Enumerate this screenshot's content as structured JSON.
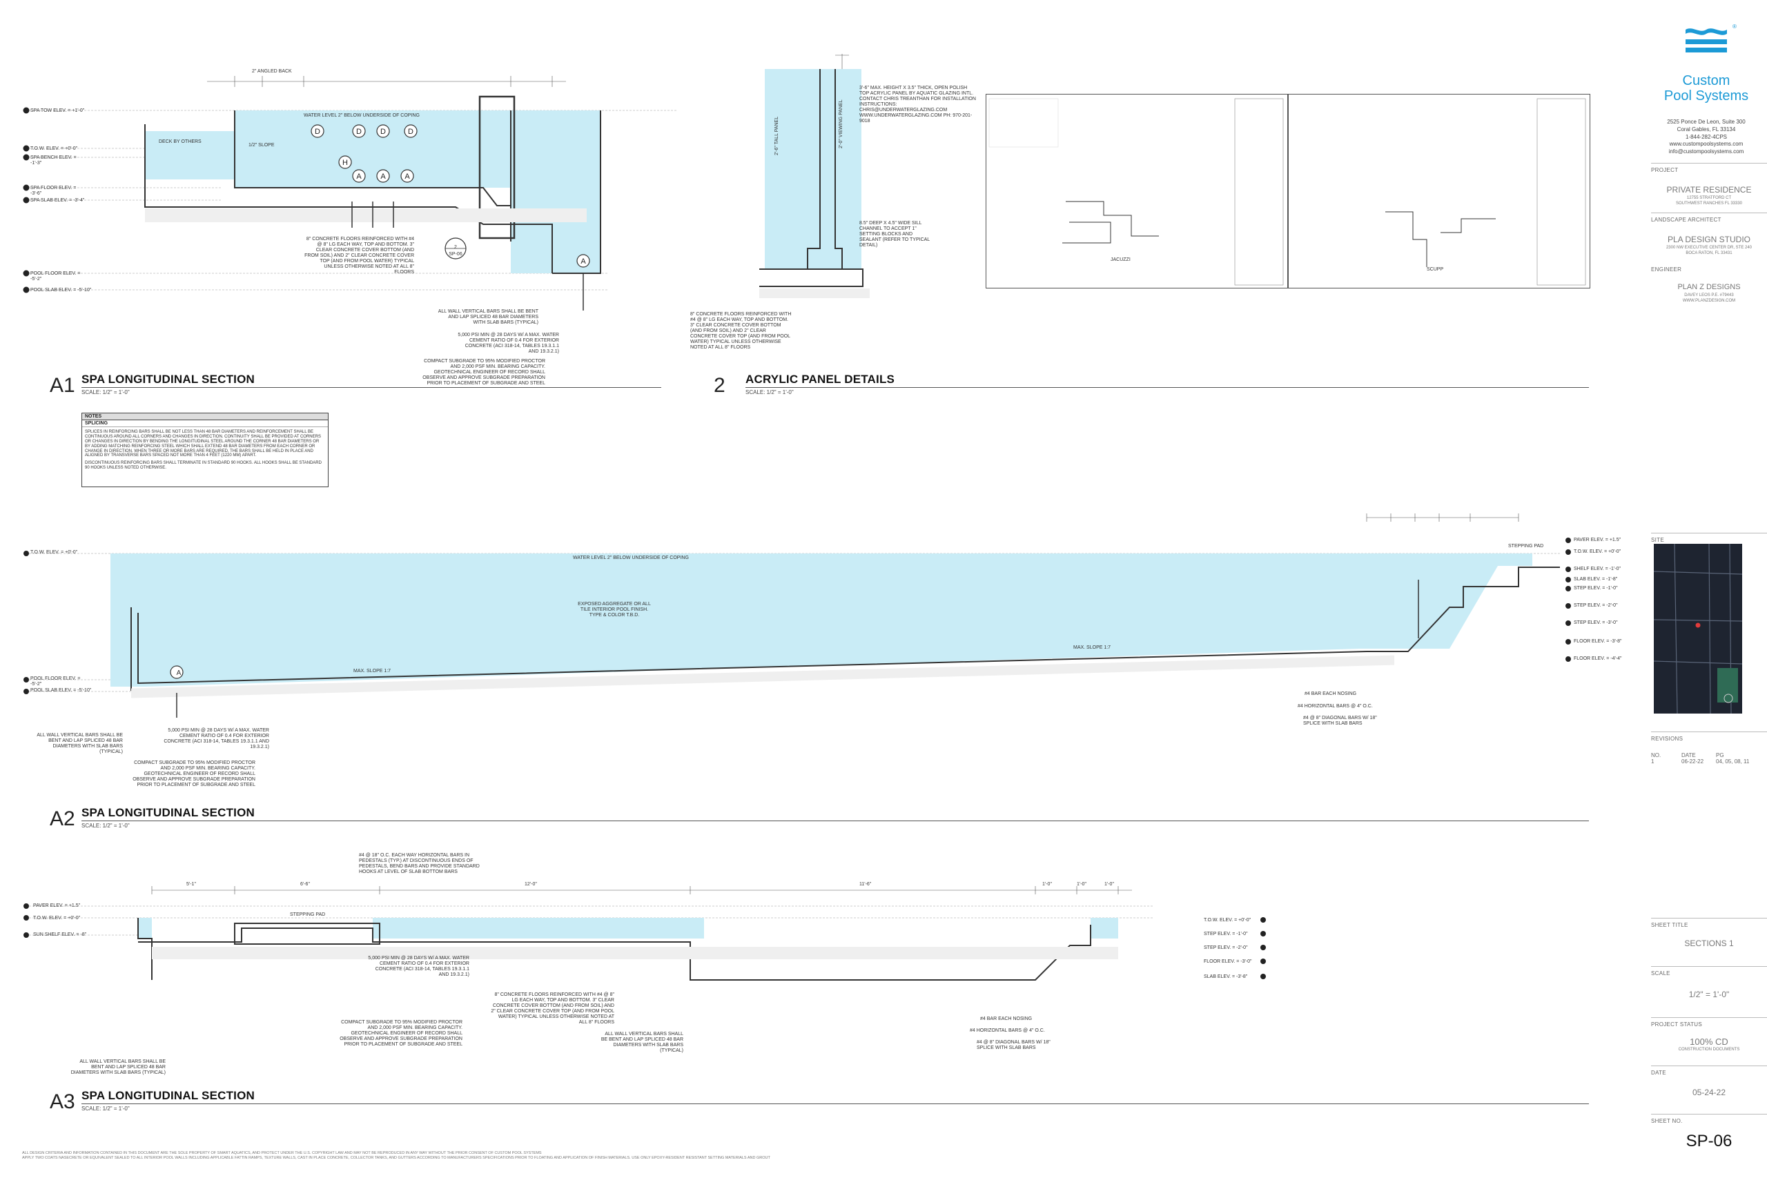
{
  "sections": {
    "a1": {
      "num": "A1",
      "title": "SPA LONGITUDINAL SECTION",
      "scale": "SCALE: 1/2\" = 1'-0\""
    },
    "s2": {
      "num": "2",
      "title": "ACRYLIC PANEL DETAILS",
      "scale": "SCALE: 1/2\" = 1'-0\""
    },
    "a2": {
      "num": "A2",
      "title": "SPA LONGITUDINAL SECTION",
      "scale": "SCALE: 1/2\" = 1'-0\""
    },
    "a3": {
      "num": "A3",
      "title": "SPA LONGITUDINAL SECTION",
      "scale": "SCALE: 1/2\" = 1'-0\""
    }
  },
  "notes": {
    "heading": "NOTES",
    "subheading": "SPLICING",
    "para1": "SPLICES IN REINFORCING BARS SHALL BE NOT LESS THAN 48 BAR DIAMETERS AND REINFORCEMENT SHALL BE CONTINUOUS AROUND ALL CORNERS AND CHANGES IN DIRECTION. CONTINUITY SHALL BE PROVIDED AT CORNERS OR CHANGES IN DIRECTION BY BENDING THE LONGITUDINAL STEEL AROUND THE CORNER 48 BAR DIAMETERS OR BY ADDING MATCHING REINFORCING STEEL WHICH SHALL EXTEND 48 BAR DIAMETERS FROM EACH CORNER OR CHANGE IN DIRECTION. WHEN THREE OR MORE BARS ARE REQUIRED, THE BARS SHALL BE HELD IN PLACE AND ALIGNED BY TRANSVERSE BARS SPACED NOT MORE THAN 4 FEET (1220 MM) APART.",
    "para2": "DISCONTINUOUS REINFORCING BARS SHALL TERMINATE IN STANDARD 90 HOOKS. ALL HOOKS SHALL BE STANDARD 90 HOOKS UNLESS NOTED OTHERWISE."
  },
  "a1": {
    "elevations": [
      "SPA TOW ELEV. = +1'-0\"",
      "T.O.W. ELEV. = +0'-0\"",
      "SPA BENCH ELEV. = -1'-3\"",
      "SPA FLOOR ELEV. = -3'-6\"",
      "SPA SLAB ELEV. = -3'-4\"",
      "POOL FLOOR ELEV. = -5'-2\"",
      "POOL SLAB ELEV. = -5'-10\""
    ],
    "water_level": "WATER LEVEL 2\" BELOW UNDERSIDE OF COPING",
    "angled_back": "2\" ANGLED BACK",
    "deck_by_others": "DECK BY OTHERS",
    "slope": "1/2\" SLOPE",
    "markers": [
      "D",
      "D",
      "D",
      "D",
      "H",
      "A",
      "A",
      "A",
      "A"
    ],
    "detail_ref": {
      "num": "2",
      "sheet": "SP-06"
    },
    "note_floors": "8\" CONCRETE FLOORS REINFORCED WITH #4 @ 8\" LG EACH WAY, TOP AND BOTTOM. 3\" CLEAR CONCRETE COVER BOTTOM (AND FROM SOIL) AND 2\" CLEAR CONCRETE COVER TOP (AND FROM POOL WATER) TYPICAL UNLESS OTHERWISE NOTED AT ALL 8\" FLOORS",
    "note_walls": "ALL WALL VERTICAL BARS SHALL BE BENT AND LAP SPLICED 48 BAR DIAMETERS WITH SLAB BARS (TYPICAL)",
    "note_psi": "5,000 PSI MIN @ 28 DAYS W/ A MAX. WATER CEMENT RATIO OF 0.4 FOR EXTERIOR CONCRETE (ACI 318-14, TABLES 19.3.1.1 AND 19.3.2.1)",
    "note_subgrade": "COMPACT SUBGRADE TO 95% MODIFIED PROCTOR AND 2,000 PSF MIN. BEARING CAPACITY. GEOTECHNICAL ENGINEER OF RECORD SHALL OBSERVE AND APPROVE SUBGRADE PREPARATION PRIOR TO PLACEMENT OF SUBGRADE AND STEEL"
  },
  "s2": {
    "note_panel": "3'-6\" MAX. HEIGHT X 3.5\" THICK, OPEN POLISH TOP ACRYLIC PANEL BY AQUATIC GLAZING INTL. CONTACT CHRIS TREANTHAN FOR INSTALLATION INSTRUCTIONS: CHRIS@UNDERWATERGLAZING.COM WWW.UNDERWATERGLAZING.COM PH: 970-201-9018",
    "note_sill": "8.5\" DEEP X 4.5\" WIDE SILL CHANNEL TO ACCEPT 1\" SETTING BLOCKS AND SEALANT (REFER TO TYPICAL DETAIL)",
    "note_floors": "8\" CONCRETE FLOORS REINFORCED WITH #4 @ 8\" LG EACH WAY, TOP AND BOTTOM. 3\" CLEAR CONCRETE COVER BOTTOM (AND FROM SOIL) AND 2\" CLEAR CONCRETE COVER TOP (AND FROM POOL WATER) TYPICAL UNLESS OTHERWISE NOTED AT ALL 8\" FLOORS",
    "panel_label_a": "2'-6\" TALL PANEL",
    "panel_label_b": "2'-0\" VIEWING PANEL",
    "thumb_a": "JACUZZI",
    "thumb_b": "SCUPP"
  },
  "a2": {
    "elevations_left": [
      "T.O.W. ELEV. = +0'-0\"",
      "POOL FLOOR ELEV. = -5'-2\"",
      "POOL SLAB ELEV. = -5'-10\""
    ],
    "elevations_right": [
      "PAVER ELEV. = +1.5\"",
      "T.O.W. ELEV. = +0'-0\"",
      "SHELF ELEV. = -1'-0\"",
      "SLAB ELEV. = -1'-8\"",
      "STEP ELEV. = -1'-0\"",
      "STEP ELEV. = -2'-0\"",
      "STEP ELEV. = -3'-0\"",
      "FLOOR ELEV. = -3'-8\"",
      "FLOOR ELEV. = -4'-4\""
    ],
    "water_level": "WATER LEVEL 2\" BELOW UNDERSIDE OF COPING",
    "finish": "EXPOSED AGGREGATE OR ALL TILE INTERIOR POOL FINISH. TYPE & COLOR T.B.D.",
    "slope1": "MAX. SLOPE 1:7",
    "slope2": "MAX. SLOPE 1:7",
    "stepping_pad": "STEPPING PAD",
    "marker": "A",
    "note_walls": "ALL WALL VERTICAL BARS SHALL BE BENT AND LAP SPLICED 48 BAR DIAMETERS WITH SLAB BARS (TYPICAL)",
    "note_psi": "5,000 PSI MIN @ 28 DAYS W/ A MAX. WATER CEMENT RATIO OF 0.4 FOR EXTERIOR CONCRETE (ACI 318-14, TABLES 19.3.1.1 AND 19.3.2.1)",
    "note_subgrade": "COMPACT SUBGRADE TO 95% MODIFIED PROCTOR AND 2,000 PSF MIN. BEARING CAPACITY. GEOTECHNICAL ENGINEER OF RECORD SHALL OBSERVE AND APPROVE SUBGRADE PREPARATION PRIOR TO PLACEMENT OF SUBGRADE AND STEEL",
    "note_nosing": "#4 BAR EACH NOSING",
    "note_horiz": "#4 HORIZONTAL BARS @ 4\" O.C.",
    "note_diag": "#4 @ 8\" DIAGONAL BARS W/ 18\" SPLICE WITH SLAB BARS"
  },
  "a3": {
    "elevations_left": [
      "PAVER ELEV. = +1.5\"",
      "T.O.W. ELEV. = +0'-0\"",
      "SUN SHELF ELEV. = -8\""
    ],
    "elevations_right": [
      "T.O.W. ELEV. = +0'-0\"",
      "STEP ELEV. = -1'-0\"",
      "STEP ELEV. = -2'-0\"",
      "FLOOR ELEV. = -3'-0\"",
      "SLAB ELEV. = -3'-8\""
    ],
    "stepping_pad": "STEPPING PAD",
    "note_top": "#4 @ 18\" O.C. EACH WAY HORIZONTAL BARS IN PEDESTALS (TYP.) AT DISCONTINUOUS ENDS OF PEDESTALS, BEND BARS AND PROVIDE STANDARD HOOKS AT LEVEL OF SLAB BOTTOM BARS",
    "note_psi": "5,000 PSI MIN @ 28 DAYS W/ A MAX. WATER CEMENT RATIO OF 0.4 FOR EXTERIOR CONCRETE (ACI 318-14, TABLES 19.3.1.1 AND 19.3.2.1)",
    "note_subgrade": "COMPACT SUBGRADE TO 95% MODIFIED PROCTOR AND 2,000 PSF MIN. BEARING CAPACITY. GEOTECHNICAL ENGINEER OF RECORD SHALL OBSERVE AND APPROVE SUBGRADE PREPARATION PRIOR TO PLACEMENT OF SUBGRADE AND STEEL",
    "note_floors": "8\" CONCRETE FLOORS REINFORCED WITH #4 @ 8\" LG EACH WAY, TOP AND BOTTOM. 3\" CLEAR CONCRETE COVER BOTTOM (AND FROM SOIL) AND 2\" CLEAR CONCRETE COVER TOP (AND FROM POOL WATER) TYPICAL UNLESS OTHERWISE NOTED AT ALL 8\" FLOORS",
    "note_walls": "ALL WALL VERTICAL BARS SHALL BE BENT AND LAP SPLICED 48 BAR DIAMETERS WITH SLAB BARS (TYPICAL)",
    "note_walls2": "ALL WALL VERTICAL BARS SHALL BE BENT AND LAP SPLICED 48 BAR DIAMETERS WITH SLAB BARS (TYPICAL)",
    "note_nosing": "#4 BAR EACH NOSING",
    "note_horiz": "#4 HORIZONTAL BARS @ 4\" O.C.",
    "note_diag": "#4 @ 8\" DIAGONAL BARS W/ 18\" SPLICE WITH SLAB BARS",
    "dims": [
      "5'-1\"",
      "6'-6\"",
      "12'-0\"",
      "11'-6\"",
      "1'-0\"",
      "1'-0\"",
      "1'-0\""
    ]
  },
  "footer": {
    "line1": "ALL DESIGN CRITERIA AND INFORMATION CONTAINED IN THIS DOCUMENT ARE THE SOLE PROPERTY OF SMART AQUATICS, AND PROTECT UNDER THE U.S. COPYRIGHT LAW AND MAY NOT BE REPRODUCED IN ANY WAY WITHOUT THE PRIOR CONSENT OF CUSTOM POOL SYSTEMS",
    "line2": "APPLY TWO COATS NASECRETE OR EQUIVALENT SEALED TO ALL INTERIOR POOL WALLS INCLUDING APPLICABLE FATTIN RAMPS, TEXTURE WALLS, CAST IN PLACE CONCRETE, COLLECTOR TANKS, AND GUTTERS ACCORDING TO MANUFACTURERS SPECIFICATIONS PRIOR TO FLOATING AND APPLICATION OF FINISH MATERIALS. USE ONLY EPOXY-RESIDENT RESISTANT SETTING MATERIALS AND GROUT"
  },
  "title_block": {
    "brand_line1": "Custom",
    "brand_line2": "Pool Systems",
    "reg": "®",
    "address1": "2525 Ponce De Leon, Suite 300",
    "address2": "Coral Gables, FL 33134",
    "phone": "1-844-282-4CPS",
    "web": "www.custompoolsystems.com",
    "email": "info@custompoolsystems.com",
    "project_label": "PROJECT",
    "project_name": "PRIVATE RESIDENCE",
    "project_addr1": "12755 STRATFORD CT",
    "project_addr2": "SOUTHWEST RANCHES FL 33330",
    "landscape_label": "LANDSCAPE ARCHITECT",
    "landscape_name": "PLA DESIGN STUDIO",
    "landscape_addr1": "2300 NW EXECUTIVE CENTER DR, STE 240",
    "landscape_addr2": "BOCA RATON, FL 33431",
    "engineer_label": "ENGINEER",
    "engineer_name": "PLAN Z DESIGNS",
    "engineer_sub1": "DAVEY LEOS P.E. #79443",
    "engineer_sub2": "WWW.PLANZDESIGN.COM",
    "site_label": "SITE",
    "revisions_label": "REVISIONS",
    "rev_headers": [
      "NO.",
      "DATE",
      "PG"
    ],
    "rev_row": [
      "1",
      "06-22-22",
      "04, 05, 08, 11"
    ],
    "sheet_title_label": "SHEET TITLE",
    "sheet_title": "SECTIONS 1",
    "scale_label": "SCALE",
    "scale": "1/2\" = 1'-0\"",
    "status_label": "PROJECT STATUS",
    "status": "100% CD",
    "status_sub": "CONSTRUCTION DOCUMENTS",
    "date_label": "DATE",
    "date": "05-24-22",
    "sheet_no_label": "SHEET NO.",
    "sheet_no": "SP-06"
  },
  "colors": {
    "water": "#c9ecf6",
    "water_stroke": "#7fc6de",
    "brand": "#1c9ad6",
    "wall": "#333333",
    "ground": "#eeeeee"
  }
}
